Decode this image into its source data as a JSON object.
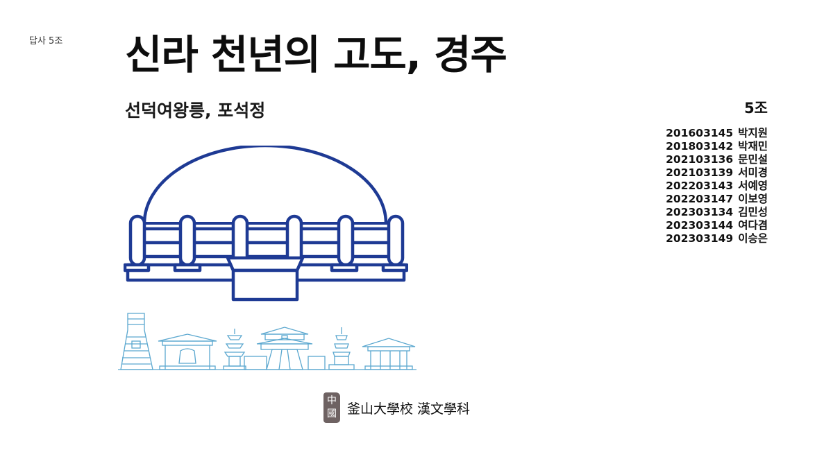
{
  "corner_label": "답사 5조",
  "title": "신라 천년의 고도, 경주",
  "subtitle": "선덕여왕릉, 포석정",
  "group_label": "5조",
  "members": [
    {
      "id": "201603145",
      "name": "박지원"
    },
    {
      "id": "201803142",
      "name": "박재민"
    },
    {
      "id": "202103136",
      "name": "문민설"
    },
    {
      "id": "202103139",
      "name": "서미경"
    },
    {
      "id": "202203143",
      "name": "서예영"
    },
    {
      "id": "202203147",
      "name": "이보영"
    },
    {
      "id": "202303134",
      "name": "김민성"
    },
    {
      "id": "202303144",
      "name": "여다겸"
    },
    {
      "id": "202303149",
      "name": "이승은"
    }
  ],
  "footer": {
    "seal_top": "中",
    "seal_bottom": "國",
    "text": "釜山大學校 漢文學科"
  },
  "colors": {
    "tomb_blue": "#1e3a94",
    "skyline_blue": "#5aa7cf",
    "seal_gray": "#6e6262"
  },
  "icons": {
    "tomb": "royal-tomb-icon",
    "skyline": "landmark-skyline-icon",
    "seal": "seal-icon"
  }
}
